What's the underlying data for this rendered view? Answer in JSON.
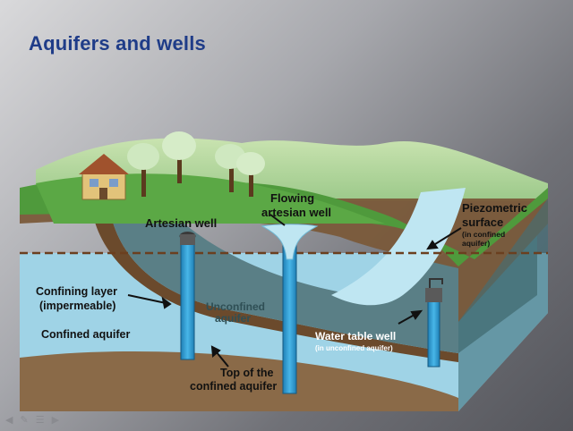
{
  "slide": {
    "title": "Aquifers and wells"
  },
  "labels": {
    "artesian_well": "Artesian well",
    "flowing_line1": "Flowing",
    "flowing_line2": "artesian well",
    "piezo_line1": "Piezometric",
    "piezo_line2": "surface",
    "piezo_note1": "(in confined",
    "piezo_note2": "aquifer)",
    "confining_line1": "Confining layer",
    "confining_line2": "(impermeable)",
    "unconfined_line1": "Unconfined",
    "unconfined_line2": "aquifer",
    "confined_aquifer": "Confined aquifer",
    "water_table_well": "Water table well",
    "water_table_note": "(in unconfined aquifer)",
    "top_line1": "Top of the",
    "top_line2": "confined aquifer"
  },
  "colors": {
    "title": "#1f3c88",
    "grass": "#4f9a3c",
    "soil": "#7a5a3a",
    "confined_aquifer": "#9fd3e6",
    "unconfined_aquifer": "#5a7f86",
    "well_pipe": "#2f9fd6",
    "piezometric_line": "#6b3f1f"
  },
  "nav_icons": [
    "arrow-left-icon",
    "pen-icon",
    "menu-icon",
    "arrow-right-icon"
  ]
}
